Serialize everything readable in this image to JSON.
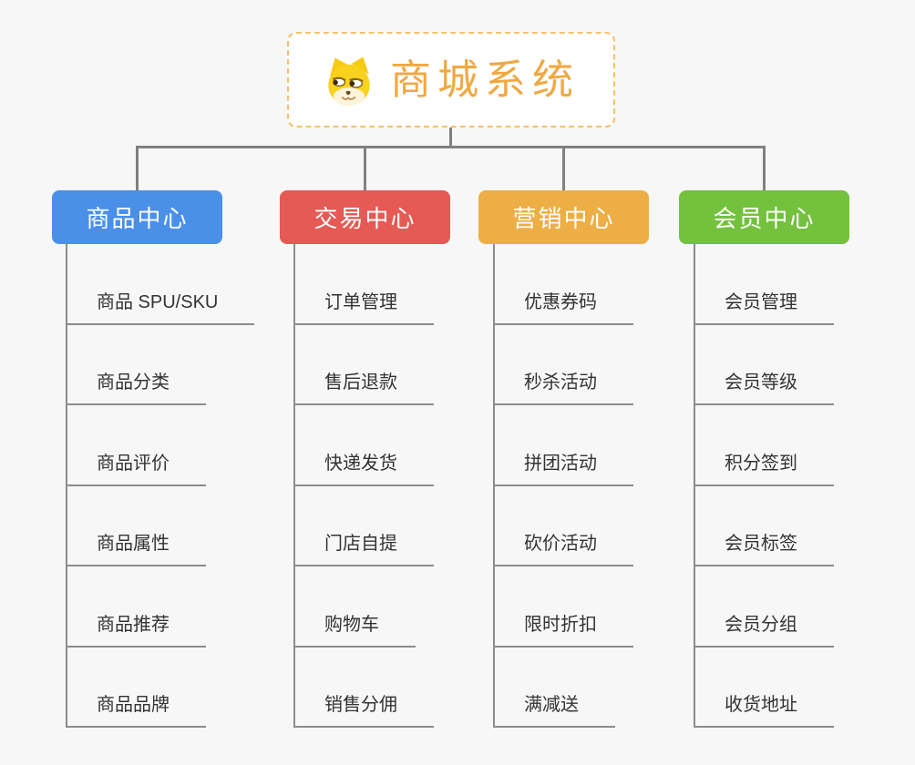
{
  "root": {
    "title": "商城系统",
    "icon": "doge-icon"
  },
  "colors": {
    "bg": "#f7f7f7",
    "connector": "#808080",
    "underline": "#8c8c8c",
    "text": "#333333",
    "root-border": "#f6c06a",
    "root-title": "#f0a843"
  },
  "branches": [
    {
      "label": "商品中心",
      "color": "#4a8fe8",
      "items": [
        "商品 SPU/SKU",
        "商品分类",
        "商品评价",
        "商品属性",
        "商品推荐",
        "商品品牌"
      ]
    },
    {
      "label": "交易中心",
      "color": "#e55a55",
      "items": [
        "订单管理",
        "售后退款",
        "快递发货",
        "门店自提",
        "购物车",
        "销售分佣"
      ]
    },
    {
      "label": "营销中心",
      "color": "#ecae45",
      "items": [
        "优惠券码",
        "秒杀活动",
        "拼团活动",
        "砍价活动",
        "限时折扣",
        "满减送"
      ]
    },
    {
      "label": "会员中心",
      "color": "#74c13e",
      "items": [
        "会员管理",
        "会员等级",
        "积分签到",
        "会员标签",
        "会员分组",
        "收货地址"
      ]
    }
  ]
}
